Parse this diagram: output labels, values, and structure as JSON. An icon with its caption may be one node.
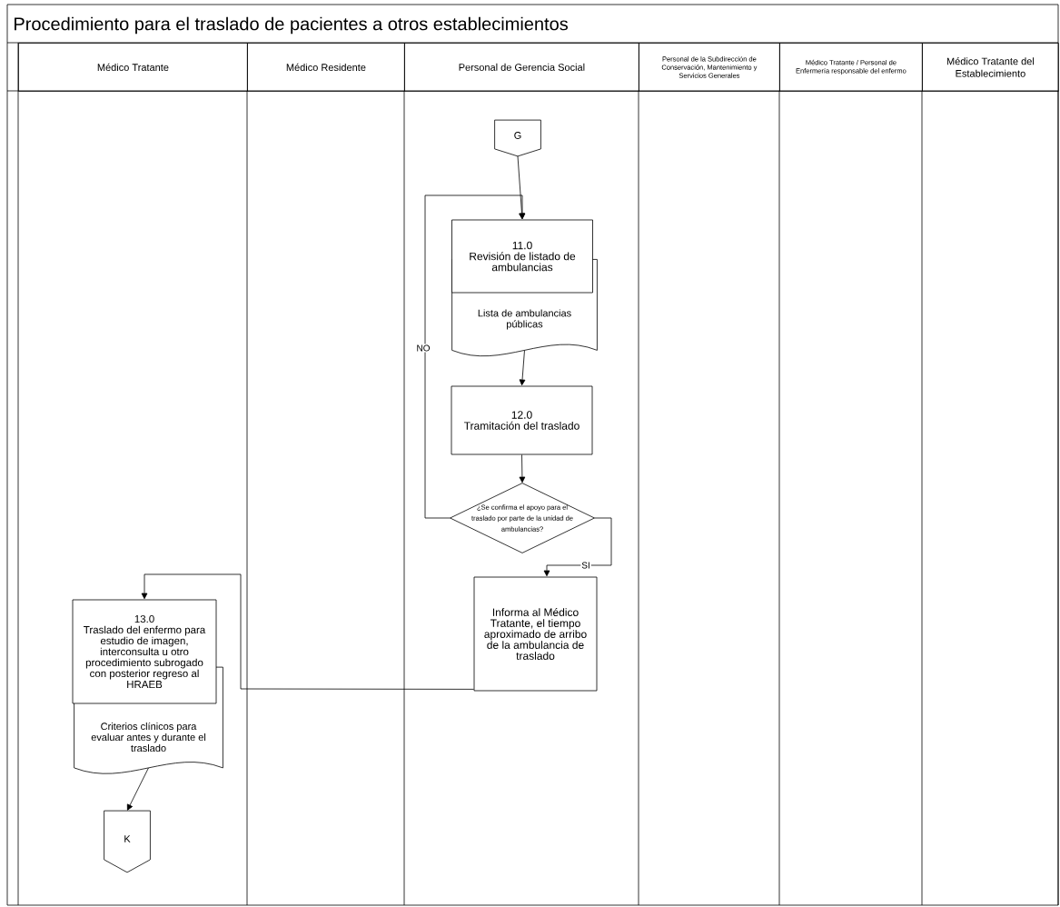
{
  "diagram": {
    "title": "Procedimiento para el traslado de pacientes a otros establecimientos",
    "nodes": [
      {
        "text": [
          "Médico Tratante"
        ]
      },
      {
        "text": [
          "Médico Residente"
        ]
      },
      {
        "text": [
          "Personal de Gerencia Social"
        ]
      },
      {
        "text": [
          "Personal de la Subdirección de Conservación, Mantenimiento y Servicios Generales"
        ]
      },
      {
        "text": [
          "Médico Tratante / Personal de Enfermería responsable del enfermo"
        ]
      },
      {
        "text": [
          "Médico Tratante del Establecimiento"
        ]
      },
      {
        "text": [
          "G"
        ]
      },
      {
        "text": [
          "11.0",
          "Revisión de listado de ambulancias"
        ]
      },
      {
        "text": [
          "Lista de ambulancias públicas"
        ]
      },
      {
        "text": [
          "12.0",
          "Tramitación del traslado"
        ]
      },
      {
        "text": [
          "¿Se confirma el apoyo para el traslado por parte de la unidad de ambulancias?"
        ]
      },
      {
        "text": [
          "Informa al Médico Tratante, el tiempo aproximado de arribo de la ambulancia de traslado"
        ]
      },
      {
        "text": [
          "13.0",
          "Traslado del enfermo para estudio de imagen, interconsulta u otro procedimiento subrogado con posterior regreso al HRAEB"
        ]
      },
      {
        "text": [
          "Criterios clínicos para evaluar antes y durante el traslado"
        ]
      },
      {
        "text": [
          "K"
        ]
      }
    ],
    "edges": [
      {
        "from": 6,
        "to": 7,
        "arrow": "to"
      },
      {
        "from": 8,
        "to": 9,
        "arrow": "to"
      },
      {
        "from": 9,
        "to": 10,
        "arrow": "to"
      },
      {
        "from": 10,
        "to": 7,
        "arrow": "to",
        "label": "NO"
      },
      {
        "from": 10,
        "to": 11,
        "arrow": "to",
        "label": "SI"
      },
      {
        "from": 11,
        "to": 12,
        "arrow": "to"
      },
      {
        "from": 13,
        "to": 14,
        "arrow": "to"
      }
    ]
  }
}
